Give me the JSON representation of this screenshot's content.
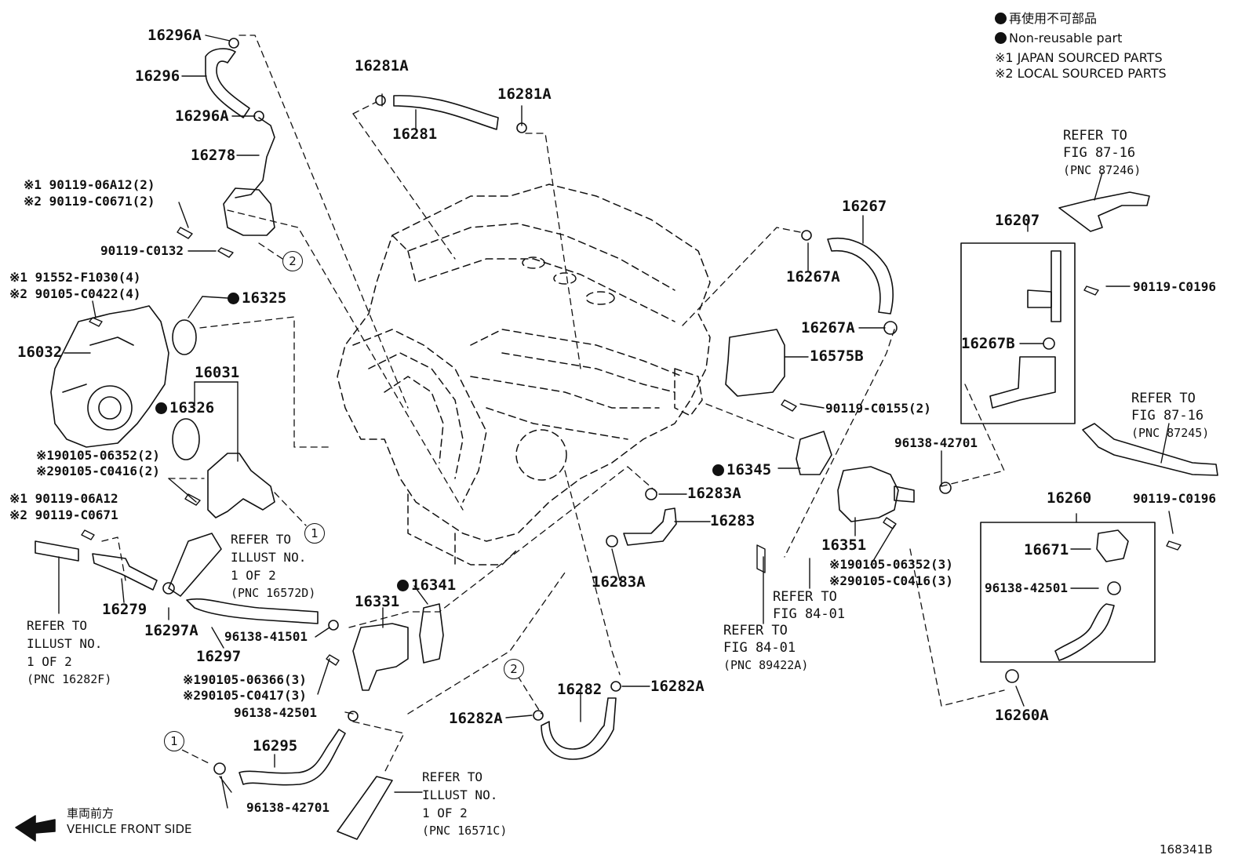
{
  "diagram_id": "168341B",
  "legend": {
    "nonreusable_jp": "再使用不可部品",
    "nonreusable_en": "Non-reusable part",
    "japan_sourced": "※1  JAPAN SOURCED PARTS",
    "local_sourced": "※2  LOCAL SOURCED PARTS"
  },
  "front_side": {
    "jp": "車両前方",
    "en": "VEHICLE FRONT SIDE"
  },
  "callouts": {
    "one": "1",
    "two": "2"
  },
  "parts": {
    "p16296A_top": "16296A",
    "p16296": "16296",
    "p16296A_mid": "16296A",
    "p16278": "16278",
    "spec_90119_06A12_2": "※1 90119-06A12(2)",
    "spec_90119_C0671_2": "※2 90119-C0671(2)",
    "spec_90119_C0132": "90119-C0132",
    "spec_91552": "※1 91552-F1030(4)",
    "spec_90105_C0422": "※2 90105-C0422(4)",
    "p16325": "16325",
    "p16032": "16032",
    "p16031": "16031",
    "p16326": "16326",
    "spec_190105_06352_2": "※190105-06352(2)",
    "spec_290105_C0416_2": "※290105-C0416(2)",
    "spec_90119_06A12": "※1 90119-06A12",
    "spec_90119_C0671": "※2 90119-C0671",
    "p16279": "16279",
    "p16297A": "16297A",
    "p16297": "16297",
    "spec_96138_41501": "96138-41501",
    "spec_190105_06366_3": "※190105-06366(3)",
    "spec_290105_C0417_3": "※290105-C0417(3)",
    "spec_96138_42501_left": "96138-42501",
    "p16331": "16331",
    "p16341": "16341",
    "p16295": "16295",
    "spec_96138_42701_bottom": "96138-42701",
    "p16281A_left": "16281A",
    "p16281": "16281",
    "p16281A_right": "16281A",
    "p16267": "16267",
    "p16267A_top": "16267A",
    "p16267A_mid": "16267A",
    "p16575B": "16575B",
    "spec_90119_C0155_2": "90119-C0155(2)",
    "p16345": "16345",
    "p16283A_top": "16283A",
    "p16283": "16283",
    "p16283A_bottom": "16283A",
    "p16282": "16282",
    "p16282A_right": "16282A",
    "p16282A_left": "16282A",
    "spec_96138_42701_mid": "96138-42701",
    "p16351": "16351",
    "spec_190105_06352_3": "※190105-06352(3)",
    "spec_290105_C0416_3": "※290105-C0416(3)",
    "p16207": "16207",
    "spec_90119_C0196_top": "90119-C0196",
    "p16267B": "16267B",
    "p16260": "16260",
    "spec_90119_C0196_bottom": "90119-C0196",
    "p16671": "16671",
    "spec_96138_42501_right": "96138-42501",
    "p16260A": "16260A"
  },
  "references": {
    "ref_fig_87_16_a": [
      "REFER TO",
      "FIG 87-16",
      "(PNC 87246)"
    ],
    "ref_fig_87_16_b": [
      "REFER TO",
      "FIG 87-16",
      "(PNC 87245)"
    ],
    "ref_illust_16572D": [
      "REFER TO",
      "ILLUST NO.",
      "1 OF 2",
      "(PNC 16572D)"
    ],
    "ref_illust_16282F": [
      "REFER TO",
      "ILLUST NO.",
      "1 OF 2",
      "(PNC 16282F)"
    ],
    "ref_illust_16571C": [
      "REFER TO",
      "ILLUST NO.",
      "1 OF 2",
      "(PNC 16571C)"
    ],
    "ref_fig_84_01_a": [
      "REFER TO",
      "FIG 84-01"
    ],
    "ref_fig_84_01_b": [
      "REFER TO",
      "FIG 84-01",
      "(PNC 89422A)"
    ]
  }
}
